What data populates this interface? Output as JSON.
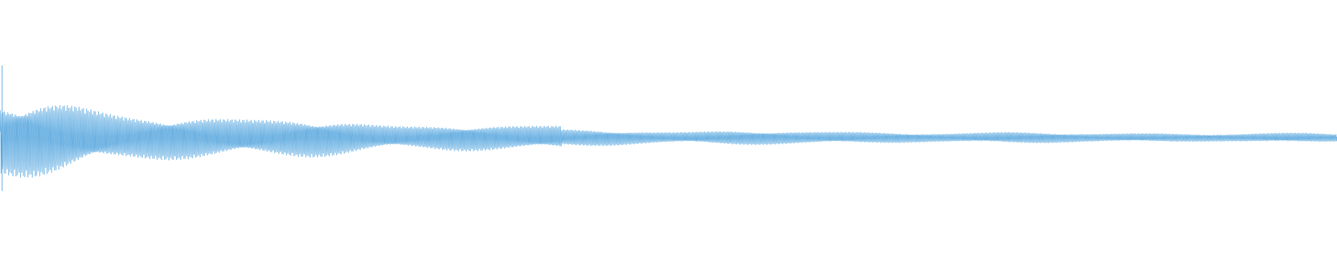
{
  "waveform": {
    "color": "#5aa8df",
    "background": "#ffffff",
    "peak_level": 0.94,
    "initial_level": 0.68,
    "mid_level": 0.15,
    "final_level": 0.06,
    "cycles_visible": 900
  }
}
